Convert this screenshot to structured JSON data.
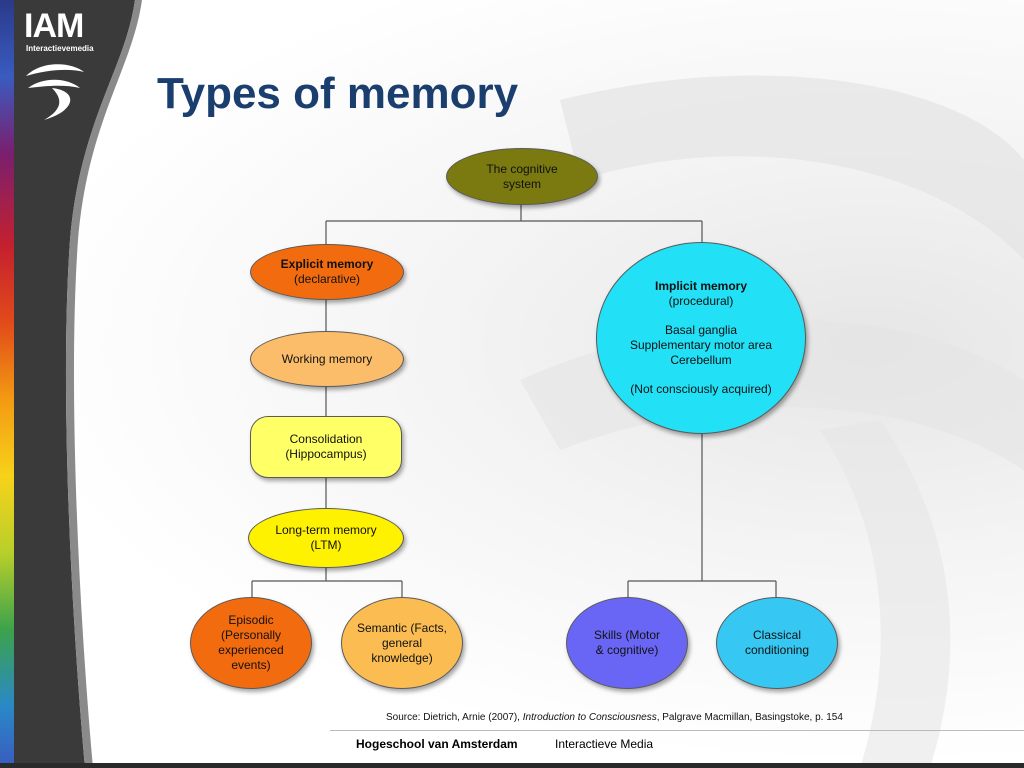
{
  "logo": {
    "text": "IAM",
    "subtext": "Interactievemedia"
  },
  "title": "Types of memory",
  "diagram": {
    "root": {
      "label": "The cognitive system"
    },
    "explicit": {
      "title": "Explicit memory",
      "subtitle": "(declarative)"
    },
    "working": {
      "label": "Working memory"
    },
    "consolidation": {
      "line1": "Consolidation",
      "line2": "(Hippocampus)"
    },
    "ltm": {
      "line1": "Long-term memory",
      "line2": "(LTM)"
    },
    "episodic": {
      "label": "Episodic (Personally experienced events)"
    },
    "semantic": {
      "label": "Semantic (Facts, general knowledge)"
    },
    "implicit": {
      "title": "Implicit memory",
      "subtitle": "(procedural)",
      "area1": "Basal ganglia",
      "area2": "Supplementary motor area",
      "area3": "Cerebellum",
      "note": "(Not consciously acquired)"
    },
    "skills": {
      "label": "Skills (Motor & cognitive)"
    },
    "classical": {
      "label": "Classical conditioning"
    }
  },
  "source": {
    "prefix": "Source: Dietrich, Arnie (2007), ",
    "book": "Introduction to Consciousness",
    "suffix": ", Palgrave Macmillan, Basingstoke, p. 154"
  },
  "footer": {
    "institution": "Hogeschool van Amsterdam",
    "department": "Interactieve Media"
  },
  "colors": {
    "title": "#1a3e6e",
    "root": "#7a7a10",
    "explicit": "#f26b0f",
    "working": "#fbbd6a",
    "consolidation": "#ffff66",
    "ltm": "#fff200",
    "episodic": "#f26b0f",
    "semantic": "#fbbd52",
    "implicit": "#22e0f5",
    "skills": "#6a66f5",
    "classical": "#36c8f2"
  }
}
